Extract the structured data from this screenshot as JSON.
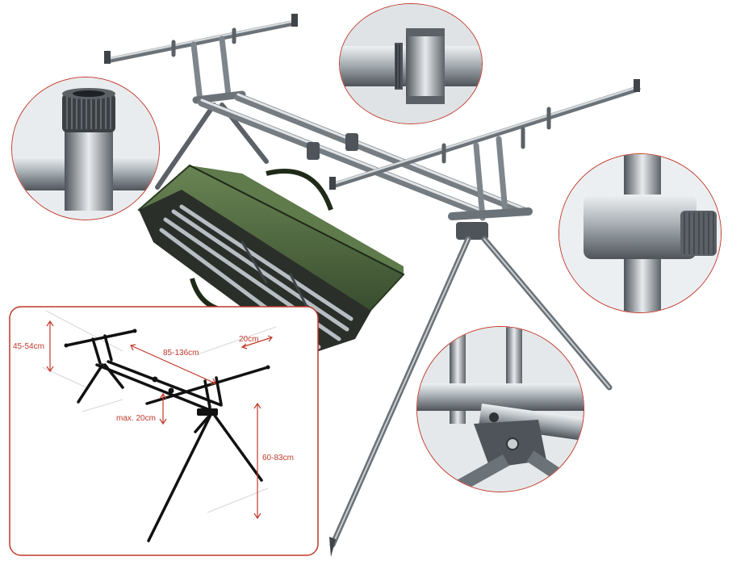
{
  "product": {
    "illustration": "stainless-steel carp fishing rod pod on telescopic tripod legs with carry bag and detail insets"
  },
  "colors": {
    "frame_red": "#c0392b",
    "steel_light": "#d9dde0",
    "steel_mid": "#9aa2a8",
    "steel_dark": "#5b6167",
    "bag_green": "#4f6b3e",
    "bag_green_dark": "#33472a",
    "diagram_black": "#111111"
  },
  "insets": [
    {
      "name": "screw-cap-detail",
      "icon": "knurled-cap-icon"
    },
    {
      "name": "thread-joint-detail",
      "icon": "threaded-joint-icon"
    },
    {
      "name": "clamp-knob-detail",
      "icon": "knurled-knob-icon"
    },
    {
      "name": "leg-hinge-detail",
      "icon": "hinge-bracket-icon"
    }
  ],
  "dimensions": {
    "buzz_bar_height": "45-54cm",
    "pod_length": "85-136cm",
    "bar_spacing": "20cm",
    "max_adjust": "max. 20cm",
    "leg_height": "60-83cm"
  }
}
